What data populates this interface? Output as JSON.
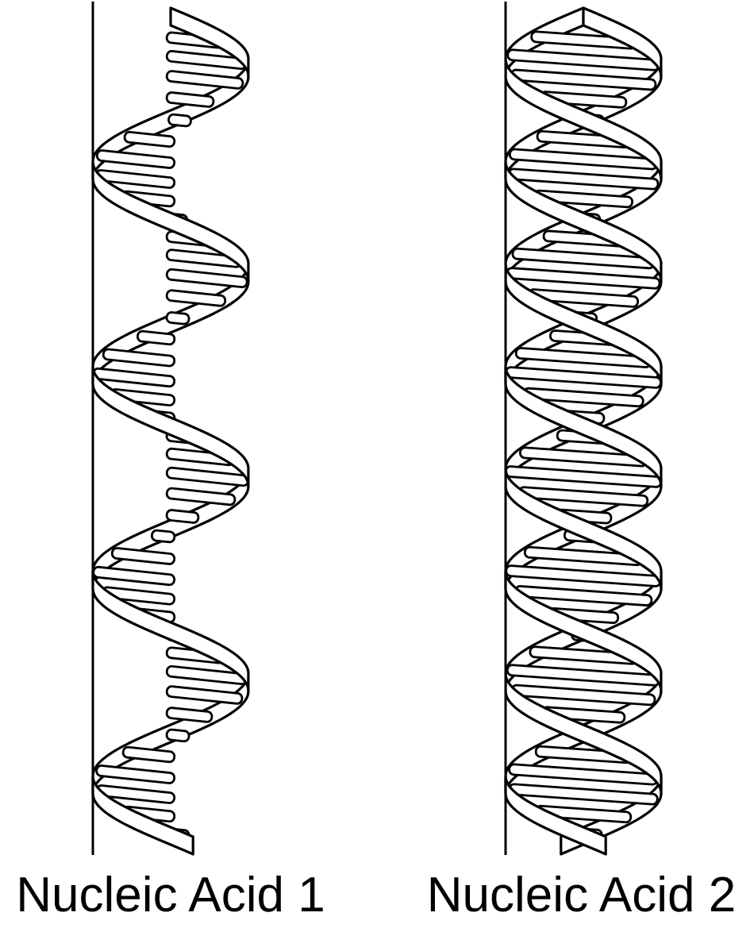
{
  "figure": {
    "stroke_color": "#000000",
    "fill_color": "#ffffff",
    "helices": [
      {
        "label": "Nucleic Acid 1",
        "strands": 1
      },
      {
        "label": "Nucleic Acid 2",
        "strands": 2
      }
    ]
  }
}
